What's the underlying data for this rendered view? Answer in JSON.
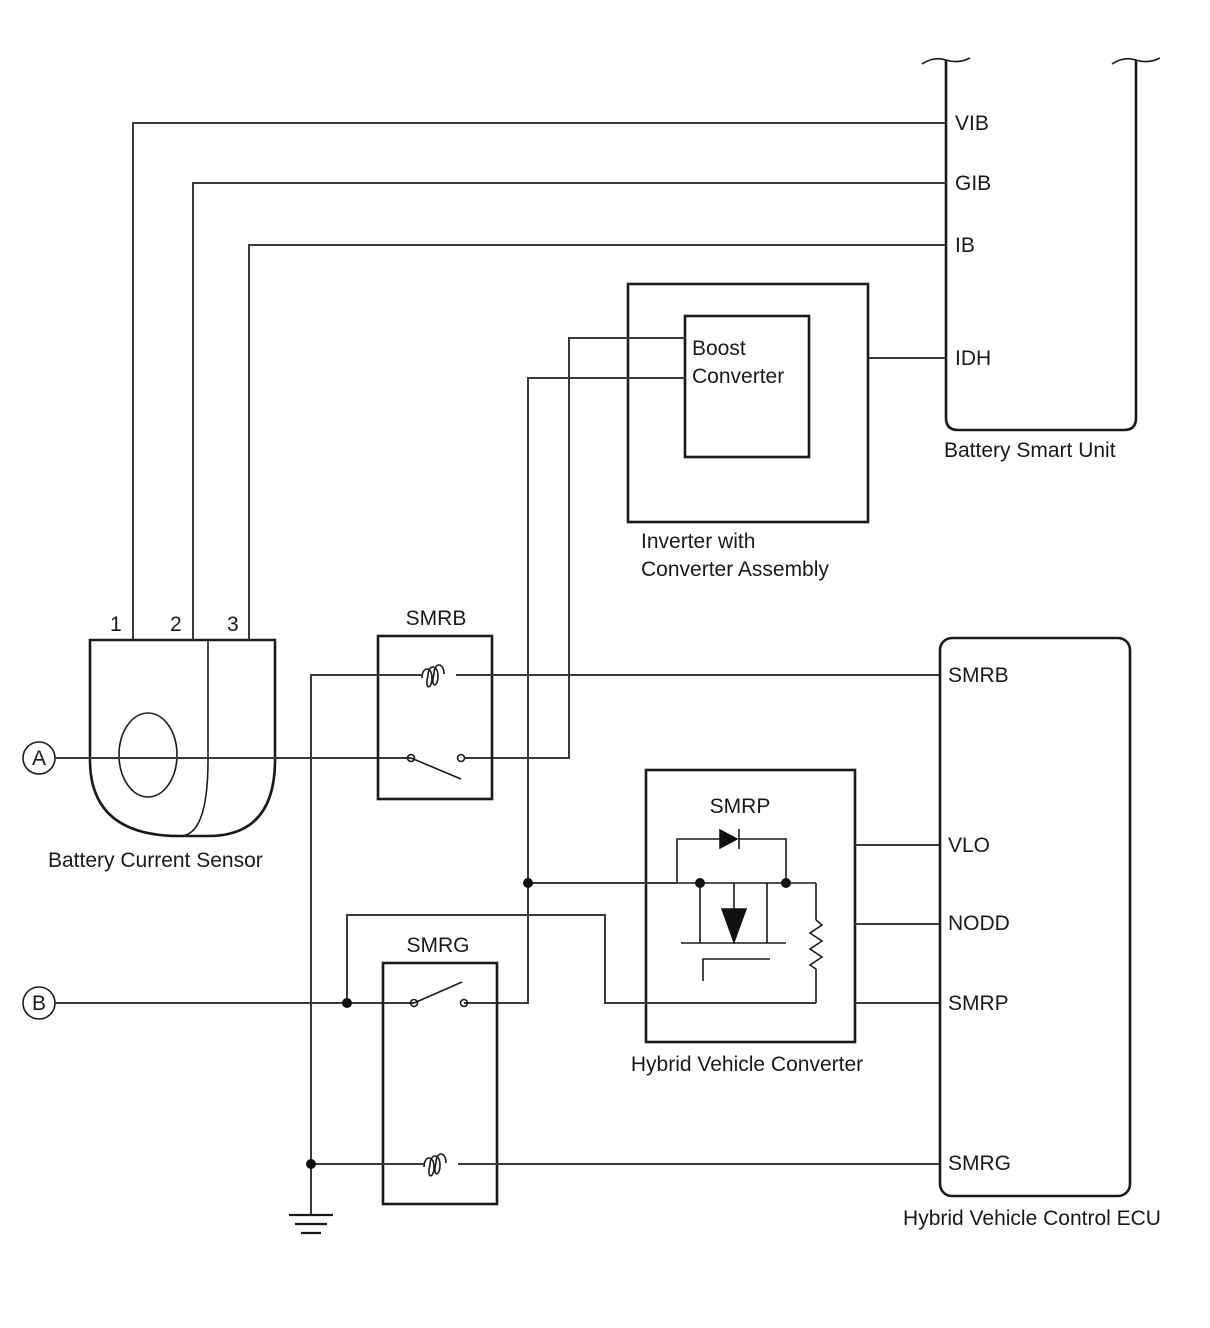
{
  "battery_smart_unit": {
    "label": "Battery Smart Unit",
    "terminals": {
      "vib": "VIB",
      "gib": "GIB",
      "ib": "IB",
      "idh": "IDH"
    }
  },
  "inverter": {
    "label_line1": "Inverter with",
    "label_line2": "Converter Assembly",
    "boost_line1": "Boost",
    "boost_line2": "Converter"
  },
  "battery_current_sensor": {
    "label": "Battery Current Sensor",
    "pins": [
      "1",
      "2",
      "3"
    ]
  },
  "relays": {
    "smrb": "SMRB",
    "smrg": "SMRG"
  },
  "hybrid_vehicle_converter": {
    "label": "Hybrid Vehicle Converter",
    "smrp": "SMRP"
  },
  "ecu": {
    "label": "Hybrid Vehicle Control ECU",
    "terminals": {
      "smrb": "SMRB",
      "vlo": "VLO",
      "nodd": "NODD",
      "smrp": "SMRP",
      "smrg": "SMRG"
    }
  },
  "connectors": {
    "a": "A",
    "b": "B"
  }
}
